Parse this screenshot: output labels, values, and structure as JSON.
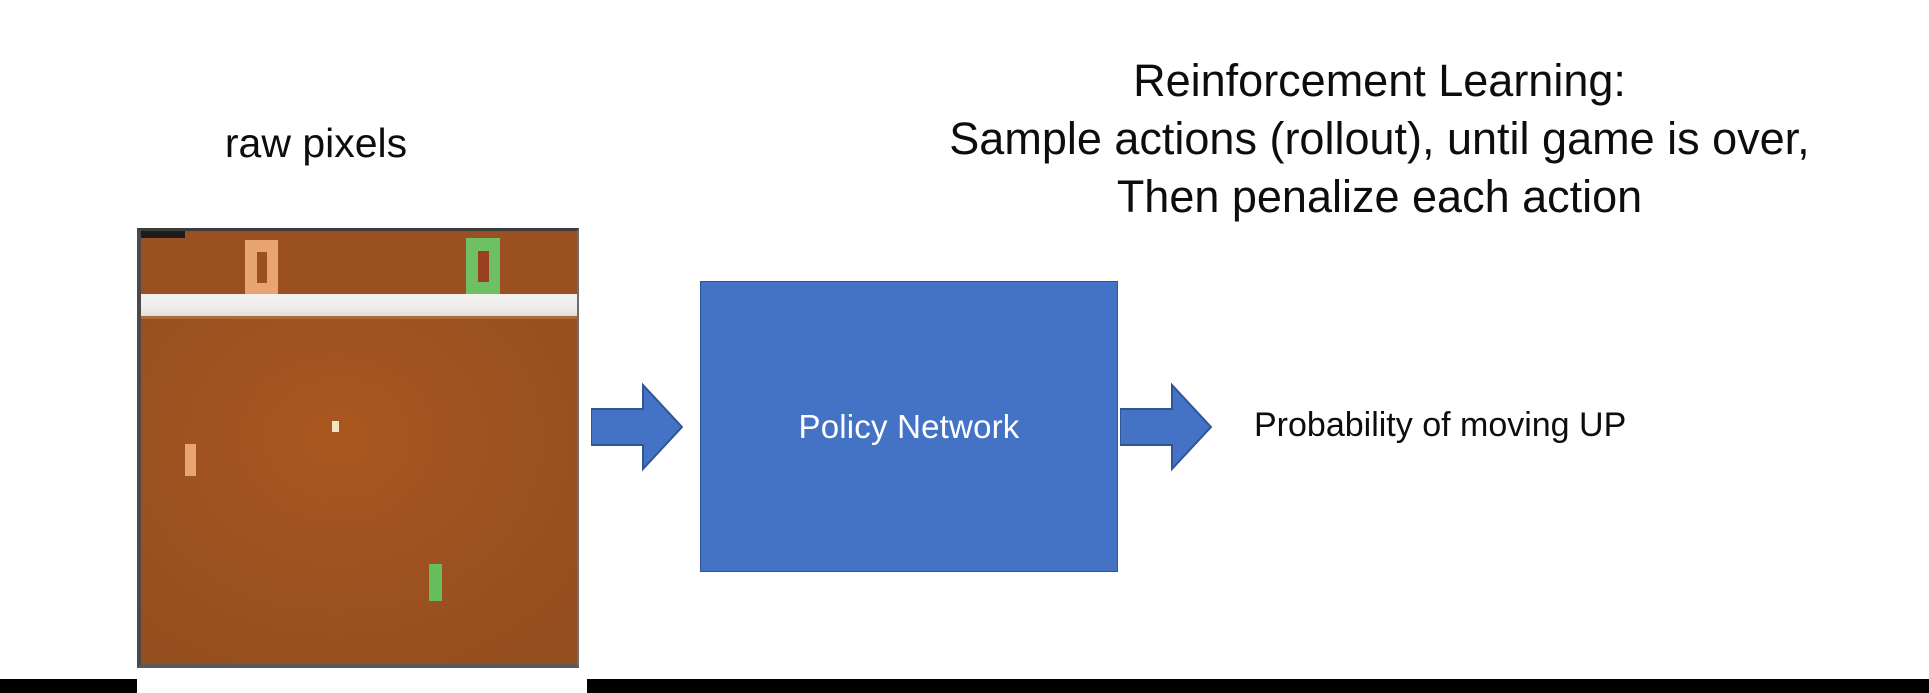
{
  "slide": {
    "background_color": "#ffffff"
  },
  "title": {
    "lines": [
      "Reinforcement Learning:",
      "Sample actions (rollout), until game is over,",
      "Then penalize each action"
    ]
  },
  "input": {
    "caption": "raw pixels",
    "game": {
      "name": "pong-game-frame",
      "field_color": "#a1541f",
      "divider_color": "#f1eeea",
      "score_left": {
        "value": "0",
        "color": "#e8a573",
        "side": "left"
      },
      "score_right": {
        "value": "0",
        "color": "#6fbf63",
        "side": "right"
      },
      "paddle_left_color": "#e8a573",
      "paddle_right_color": "#65bf5c",
      "ball_color": "#f2e3c4"
    }
  },
  "pipeline": {
    "input_arrow": {
      "icon": "right-arrow-icon",
      "color": "#4472c4",
      "border_color": "#2f5597"
    },
    "policy_network": {
      "label": "Policy Network",
      "fill_color": "#4472c4",
      "border_color": "#2f5597",
      "text_color": "#ffffff"
    },
    "output_arrow": {
      "icon": "right-arrow-icon",
      "color": "#4472c4",
      "border_color": "#2f5597"
    },
    "output_label": "Probability of moving UP"
  },
  "footer": {
    "bar_color": "#000000"
  }
}
